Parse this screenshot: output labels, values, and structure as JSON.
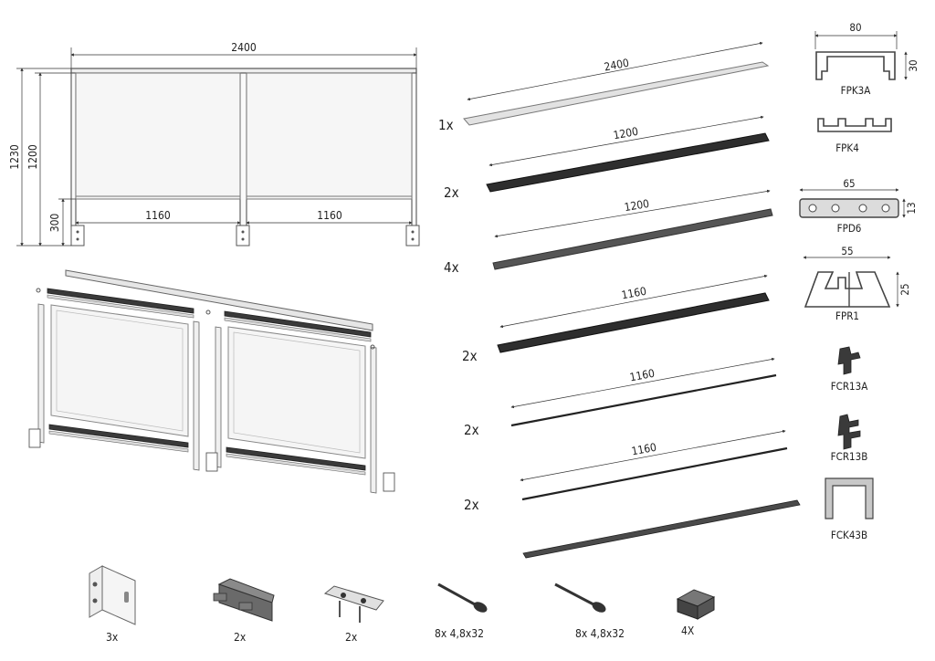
{
  "elevation": {
    "width_label": "2400",
    "height_outer": "1230",
    "height_inner": "1200",
    "post_height": "300",
    "panel_left": "1160",
    "panel_right": "1160"
  },
  "profiles_list": [
    {
      "qty": "1x",
      "length": "2400"
    },
    {
      "qty": "2x",
      "length": "1200"
    },
    {
      "qty": "4x",
      "length": "1200"
    },
    {
      "qty": "2x",
      "length": "1160"
    },
    {
      "qty": "2x",
      "length": "1160"
    },
    {
      "qty": "2x",
      "length": "1160"
    }
  ],
  "sections": [
    {
      "code": "FPK3A",
      "width": "80",
      "height": "30"
    },
    {
      "code": "FPK4"
    },
    {
      "code": "FPD6",
      "width": "65",
      "height": "13"
    },
    {
      "code": "FPR1",
      "width": "55",
      "height": "25"
    },
    {
      "code": "FCR13A"
    },
    {
      "code": "FCR13B"
    },
    {
      "code": "FCK43B"
    }
  ],
  "hardware": [
    {
      "name": "bracket",
      "qty": "3x"
    },
    {
      "name": "base-plate",
      "qty": "2x"
    },
    {
      "name": "connector-plate",
      "qty": "2x"
    },
    {
      "name": "screw-a",
      "qty": "8x 4,8x32"
    },
    {
      "name": "screw-b",
      "qty": "8x 4,8x32"
    },
    {
      "name": "end-cap",
      "qty": "4X"
    }
  ],
  "colors": {
    "line": "#333333",
    "dark_profile": "#2e2e2e",
    "light_profile": "#e2e2e2",
    "mid_profile": "#555555"
  }
}
